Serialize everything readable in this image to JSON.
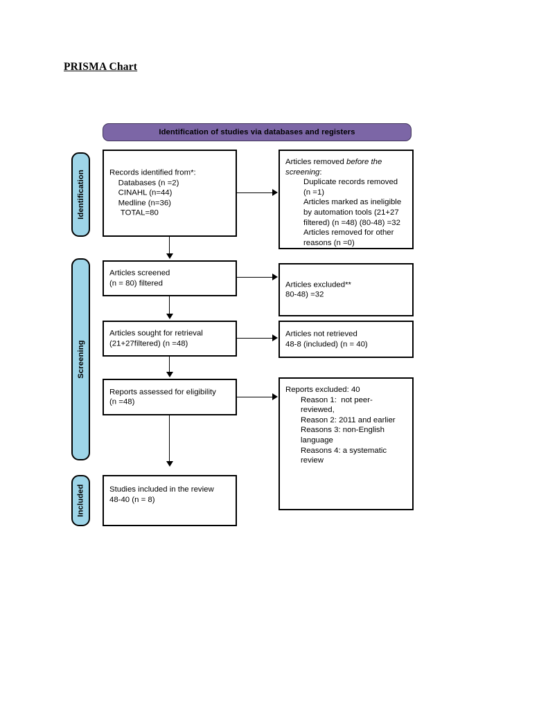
{
  "document": {
    "title": "PRISMA Chart"
  },
  "chart_data": {
    "type": "diagram",
    "title": "PRISMA Chart",
    "diagram_kind": "PRISMA flow diagram",
    "section_header": "Identification of studies via databases and registers",
    "stages": [
      {
        "key": "identification",
        "label": "Identification"
      },
      {
        "key": "screening",
        "label": "Screening"
      },
      {
        "key": "included",
        "label": "Included"
      }
    ],
    "nodes": {
      "records_identified": {
        "name": "records-identified",
        "stage": "identification",
        "column": "left",
        "lines": [
          {
            "text": "Records identified from*:",
            "indent": 0
          },
          {
            "text": "Databases (n =2)",
            "indent": 1
          },
          {
            "text": "CINAHL (n=44)",
            "indent": 1
          },
          {
            "text": "Medline (n=36)",
            "indent": 1
          },
          {
            "text": " TOTAL=80",
            "indent": 1
          }
        ]
      },
      "records_removed": {
        "name": "records-removed-before-screening",
        "stage": "identification",
        "column": "right",
        "lines": [
          {
            "text": "Articles removed ",
            "indent": 0,
            "trailing_italic": "before the"
          },
          {
            "text": "screening",
            "indent": 0,
            "italic": true,
            "suffix": ":"
          },
          {
            "text": "Duplicate records removed",
            "indent": 1
          },
          {
            "text": "(n =1)",
            "indent": 1
          },
          {
            "text": "Articles marked as ineligible",
            "indent": 1
          },
          {
            "text": "by automation tools (21+27",
            "indent": 1
          },
          {
            "text": "filtered) (n =48) (80-48) =32",
            "indent": 1
          },
          {
            "text": "Articles removed for other",
            "indent": 1
          },
          {
            "text": "reasons (n =0)",
            "indent": 1
          }
        ]
      },
      "articles_screened": {
        "name": "articles-screened",
        "stage": "screening",
        "column": "left",
        "lines": [
          {
            "text": "Articles screened",
            "indent": 0
          },
          {
            "text": "(n = 80) filtered",
            "indent": 0
          }
        ]
      },
      "articles_excluded": {
        "name": "articles-excluded",
        "stage": "screening",
        "column": "right",
        "lines": [
          {
            "text": "Articles excluded**",
            "indent": 0
          },
          {
            "text": "80-48) =32",
            "indent": 0
          }
        ]
      },
      "articles_sought": {
        "name": "articles-sought-for-retrieval",
        "stage": "screening",
        "column": "left",
        "lines": [
          {
            "text": "Articles sought for retrieval",
            "indent": 0
          },
          {
            "text": "(21+27filtered) (n =48)",
            "indent": 0
          }
        ]
      },
      "articles_not_retrieved": {
        "name": "articles-not-retrieved",
        "stage": "screening",
        "column": "right",
        "lines": [
          {
            "text": "Articles not retrieved",
            "indent": 0
          },
          {
            "text": "48-8 (included) (n = 40)",
            "indent": 0
          }
        ]
      },
      "reports_assessed": {
        "name": "reports-assessed-for-eligibility",
        "stage": "screening",
        "column": "left",
        "lines": [
          {
            "text": "Reports assessed for eligibility",
            "indent": 0
          },
          {
            "text": "(n =48)",
            "indent": 0
          }
        ]
      },
      "reports_excluded": {
        "name": "reports-excluded",
        "stage": "screening",
        "column": "right",
        "lines": [
          {
            "text": "Reports excluded: 40",
            "indent": 0
          },
          {
            "text": "Reason 1:  not peer-",
            "indent": 1
          },
          {
            "text": "reviewed,",
            "indent": 1
          },
          {
            "text": "Reason 2: 2011 and earlier",
            "indent": 1
          },
          {
            "text": "Reasons 3: non-English",
            "indent": 1
          },
          {
            "text": "language",
            "indent": 1
          },
          {
            "text": "Reasons 4: a systematic",
            "indent": 1
          },
          {
            "text": "review",
            "indent": 1
          }
        ]
      },
      "studies_included": {
        "name": "studies-included-in-review",
        "stage": "included",
        "column": "left",
        "lines": [
          {
            "text": "Studies included in the review",
            "indent": 0
          },
          {
            "text": "48-40 (n = 8)",
            "indent": 0
          }
        ]
      }
    },
    "box_text": {
      "records_identified": "Records identified from*:\n    Databases (n =2)\n    CINAHL (n=44)\n    Medline (n=36)\n     TOTAL=80",
      "articles_screened": "Articles screened\n(n = 80) filtered",
      "articles_excluded": "Articles excluded**\n80-48) =32",
      "articles_sought": "Articles sought for retrieval\n(21+27filtered) (n =48)",
      "articles_not_retrieved": "Articles not retrieved\n48-8 (included) (n = 40)",
      "reports_assessed": "Reports assessed for eligibility\n(n =48)",
      "studies_included": "Studies included in the review\n48-40 (n = 8)"
    },
    "edges": [
      {
        "from": "records_identified",
        "to": "records_removed",
        "direction": "right"
      },
      {
        "from": "records_identified",
        "to": "articles_screened",
        "direction": "down"
      },
      {
        "from": "articles_screened",
        "to": "articles_excluded",
        "direction": "right"
      },
      {
        "from": "articles_screened",
        "to": "articles_sought",
        "direction": "down"
      },
      {
        "from": "articles_sought",
        "to": "articles_not_retrieved",
        "direction": "right"
      },
      {
        "from": "articles_sought",
        "to": "reports_assessed",
        "direction": "down"
      },
      {
        "from": "reports_assessed",
        "to": "reports_excluded",
        "direction": "right"
      },
      {
        "from": "reports_assessed",
        "to": "studies_included",
        "direction": "down"
      }
    ],
    "colors": {
      "header_fill": "#7c66a6",
      "header_border": "#40345a",
      "stage_fill": "#9ed5e8",
      "stage_border": "#000000",
      "box_fill": "#ffffff",
      "box_border": "#000000",
      "text": "#000000",
      "page_background": "#ffffff"
    }
  }
}
